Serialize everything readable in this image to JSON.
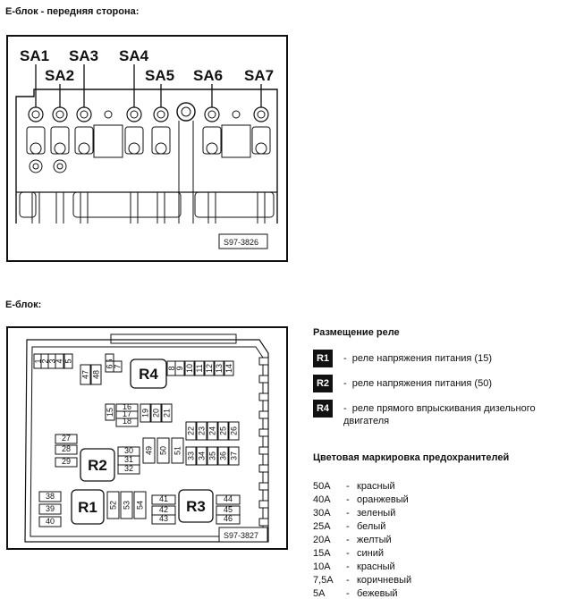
{
  "front_title": "E-блок - передняя сторона:",
  "front_slots": [
    "SA1",
    "SA2",
    "SA3",
    "SA4",
    "SA5",
    "SA6",
    "SA7"
  ],
  "front_caption": "S97-3826",
  "block_title": "E-блок:",
  "block_caption": "S97-3827",
  "relays_in_diagram": [
    "R1",
    "R2",
    "R3",
    "R4"
  ],
  "fuse_numbers": [
    "1",
    "2",
    "3",
    "4",
    "5",
    "6",
    "7",
    "8",
    "9",
    "10",
    "11",
    "12",
    "13",
    "14",
    "15",
    "16",
    "17",
    "18",
    "19",
    "20",
    "21",
    "22",
    "23",
    "24",
    "25",
    "26",
    "27",
    "28",
    "29",
    "30",
    "31",
    "32",
    "33",
    "34",
    "35",
    "36",
    "37",
    "38",
    "39",
    "40",
    "41",
    "42",
    "43",
    "44",
    "45",
    "46",
    "47",
    "48",
    "49",
    "50",
    "51",
    "52",
    "53",
    "54"
  ],
  "relay_heading": "Размещение реле",
  "relays": [
    {
      "id": "R1",
      "desc": "реле напряжения питания (15)"
    },
    {
      "id": "R2",
      "desc": "реле напряжения питания (50)"
    },
    {
      "id": "R4",
      "desc": "реле прямого впрыскивания дизельного двигателя"
    }
  ],
  "dash": "-",
  "color_heading": "Цветовая маркировка предохранителей",
  "colors": [
    {
      "amp": "50A",
      "color": "красный"
    },
    {
      "amp": "40A",
      "color": "оранжевый"
    },
    {
      "amp": "30A",
      "color": "зеленый"
    },
    {
      "amp": "25A",
      "color": "белый"
    },
    {
      "amp": "20A",
      "color": "желтый"
    },
    {
      "amp": "15A",
      "color": "синий"
    },
    {
      "amp": "10A",
      "color": "красный"
    },
    {
      "amp": "7,5A",
      "color": "коричневый"
    },
    {
      "amp": "5A",
      "color": "бежевый"
    }
  ]
}
